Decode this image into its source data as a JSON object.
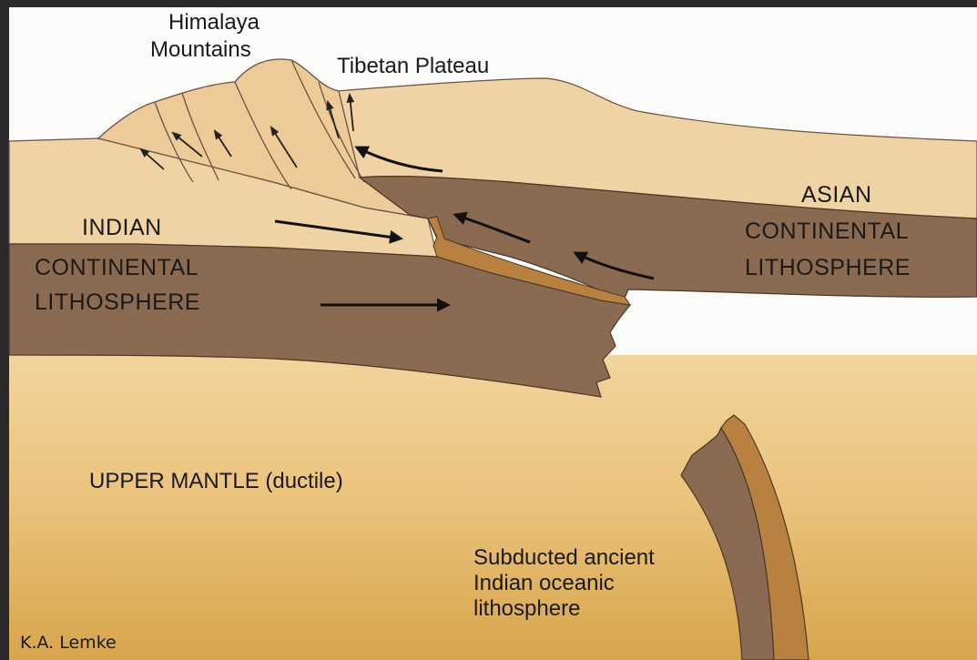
{
  "labels": {
    "himalaya": [
      "Himalaya",
      "Mountains"
    ],
    "tibet": "Tibetan Plateau",
    "indian": [
      "INDIAN",
      "CONTINENTAL",
      "LITHOSPHERE"
    ],
    "asian": [
      "ASIAN",
      "CONTINENTAL",
      "LITHOSPHERE"
    ],
    "mantle": "UPPER MANTLE (ductile)",
    "subducted": [
      "Subducted ancient",
      "Indian oceanic",
      "lithosphere"
    ],
    "credit": "K.A. Lemke"
  },
  "colors": {
    "frame": "#2a2a2a",
    "sky": "#fbfbf9",
    "crust_light": "#f0d3a4",
    "crust_mid": "#e6bf85",
    "lithosphere": "#8a6b52",
    "oceanic": "#b9813f",
    "mantle_top": "#f2d49c",
    "mantle_bottom": "#d9a74d",
    "ink": "#1a1a1a"
  }
}
